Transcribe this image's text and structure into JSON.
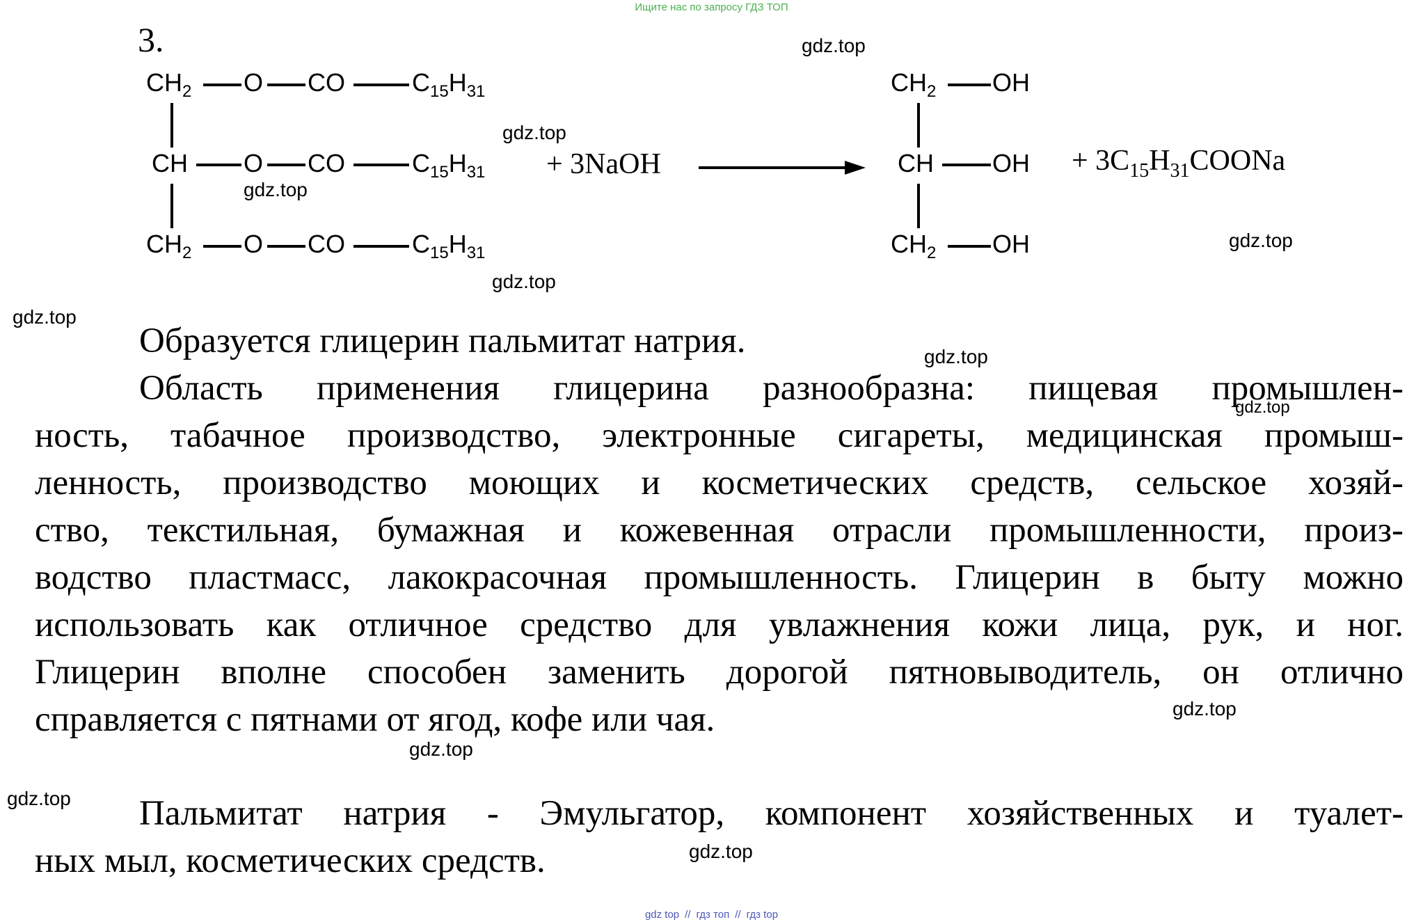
{
  "banner_top": "Ищите нас по запросу ГДЗ ТОП",
  "banner_bottom": [
    "gdz top",
    "//",
    "гдз топ",
    "//",
    "гдз top"
  ],
  "problem_number": "3.",
  "watermark": "gdz.top",
  "reaction": {
    "left": {
      "row1": {
        "group": "CH",
        "sub": "2",
        "o": "O",
        "co": "CO",
        "r": "C",
        "r_sub1": "15",
        "r_h": "H",
        "r_sub2": "31"
      },
      "row2": {
        "group": "CH",
        "o": "O",
        "co": "CO",
        "r": "C",
        "r_sub1": "15",
        "r_h": "H",
        "r_sub2": "31"
      },
      "row3": {
        "group": "CH",
        "sub": "2",
        "o": "O",
        "co": "CO",
        "r": "C",
        "r_sub1": "15",
        "r_h": "H",
        "r_sub2": "31"
      }
    },
    "reagent": "+ 3NaOH",
    "right": {
      "row1": {
        "group": "CH",
        "sub": "2",
        "oh": "OH"
      },
      "row2": {
        "group": "CH",
        "oh": "OH"
      },
      "row3": {
        "group": "CH",
        "sub": "2",
        "oh": "OH"
      }
    },
    "product2": {
      "prefix": "+ 3C",
      "sub1": "15",
      "h": "H",
      "sub2": "31",
      "suffix": "COONa"
    }
  },
  "text": {
    "p1": "Образуется глицерин пальмитат натрия.",
    "p2_lines": [
      "Область применения глицерина разнообразна: пищевая промышлен-",
      "ность, табачное производство, электронные сигареты, медицинская промыш-",
      "ленность,  производство моющих и косметических  средств, сельское  хозяй-",
      "ство, текстильная, бумажная и кожевенная отрасли промышленности, произ-",
      "водство пластмасс, лакокрасочная промышленность. Глицерин в быту можно",
      "использовать как отличное средство для увлажнения кожи лица, рук, и ног.",
      "Глицерин вполне способен заменить дорогой пятновыводитель, он отлично",
      "справляется с пятнами от ягод, кофе или чая."
    ],
    "p3_lines": [
      "Пальмитат натрия - Эмульгатор, компонент хозяйственных и туалет-",
      "ных мыл, косметических средств."
    ]
  }
}
